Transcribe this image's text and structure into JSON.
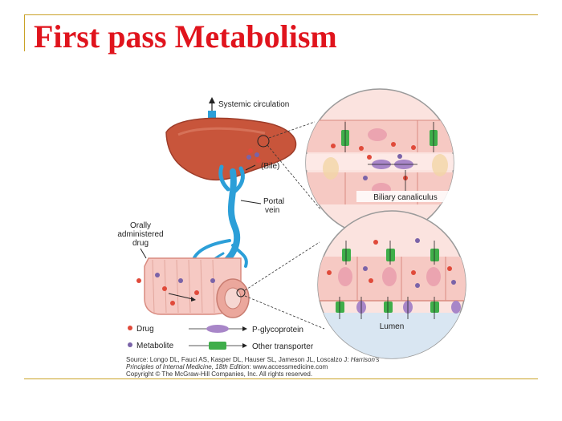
{
  "slide": {
    "title": "First pass Metabolism"
  },
  "diagram": {
    "labels": {
      "systemic": "Systemic circulation",
      "bile": "(Bile)",
      "portal_1": "Portal",
      "portal_2": "vein",
      "oral_1": "Orally",
      "oral_2": "administered",
      "oral_3": "drug",
      "biliary": "Biliary canaliculus",
      "lumen": "Lumen"
    },
    "legend": {
      "drug": "Drug",
      "metabolite": "Metabolite",
      "pgp": "P-glycoprotein",
      "other": "Other transporter"
    },
    "source": {
      "line1_a": "Source: Longo DL, Fauci AS, Kasper DL, Hauser SL, Jameson JL, Loscalzo J: ",
      "line1_b": "Harrison's",
      "line2_a": "Principles of Internal Medicine, 18th Edition",
      "line2_b": ": www.accessmedicine.com",
      "line3": "Copyright © The McGraw-Hill Companies, Inc. All rights reserved."
    },
    "colors": {
      "liver": "#c8553b",
      "vein": "#2c9fd8",
      "drug": "#e04a3a",
      "metabolite": "#7a63a8",
      "pgp": "#a886c8",
      "transporter": "#3fae4a",
      "cell": "#f6c9c3",
      "cell_border": "#d98b80"
    }
  }
}
